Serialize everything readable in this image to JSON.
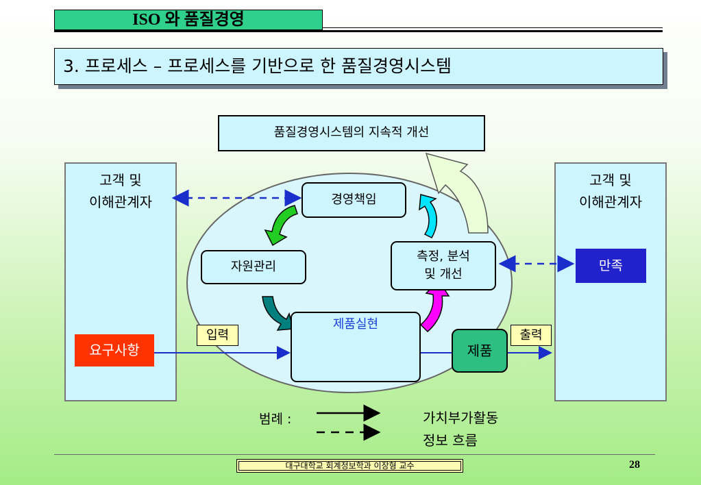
{
  "header": {
    "title": "ISO 와 품질경영"
  },
  "subtitle": "3. 프로세스 – 프로세스를 기반으로 한 품질경영시스템",
  "diagram": {
    "improvement": "품질경영시스템의 지속적 개선",
    "customer_left": {
      "line1": "고객 및",
      "line2": "이해관계자"
    },
    "customer_right": {
      "line1": "고객 및",
      "line2": "이해관계자"
    },
    "requirements": "요구사항",
    "satisfaction": "만족",
    "management": "경영책임",
    "resource": "자원관리",
    "measurement": {
      "line1": "측정, 분석",
      "line2": "및 개선"
    },
    "realization": "제품실현",
    "product": "제품",
    "input_label": "입력",
    "output_label": "출력",
    "colors": {
      "arrow_green": "#22cc22",
      "arrow_teal": "#007f7f",
      "arrow_magenta": "#ff00ff",
      "arrow_cyan": "#00e5ff",
      "requirement_red": "#ff3300",
      "satisfaction_blue": "#2222cc"
    }
  },
  "legend": {
    "label": "범례 :",
    "value_added": "가치부가활동",
    "info_flow": "정보 흐름"
  },
  "footer": {
    "text": "대구대학교 회계정보학과  이장형 교수",
    "page": "28"
  }
}
